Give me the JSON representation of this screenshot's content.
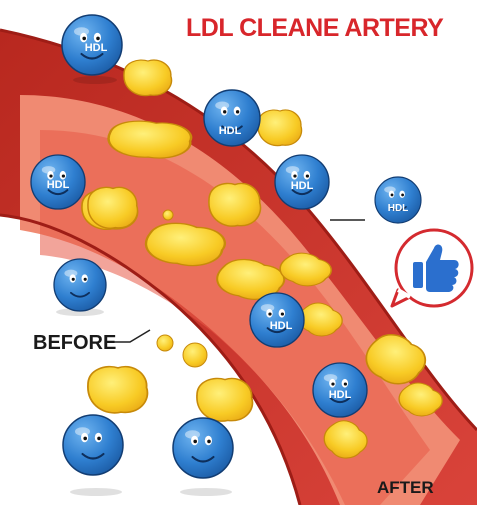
{
  "title": "LDL CLEANE ARTERY",
  "labels": {
    "before": "BEFORE",
    "after": "AFTER",
    "hdl": "HDL"
  },
  "icons": [
    "thumbs-up-icon",
    "speech-bubble-icon"
  ],
  "colors": {
    "title": "#d8262b",
    "artery_wall": "#c9342a",
    "artery_inner": "#e86b55",
    "plaque": "#f6c21e",
    "hdl_body": "#2f7fd0",
    "thumbs_up": "#2b6fce",
    "bubble_outline": "#d42a2f"
  }
}
